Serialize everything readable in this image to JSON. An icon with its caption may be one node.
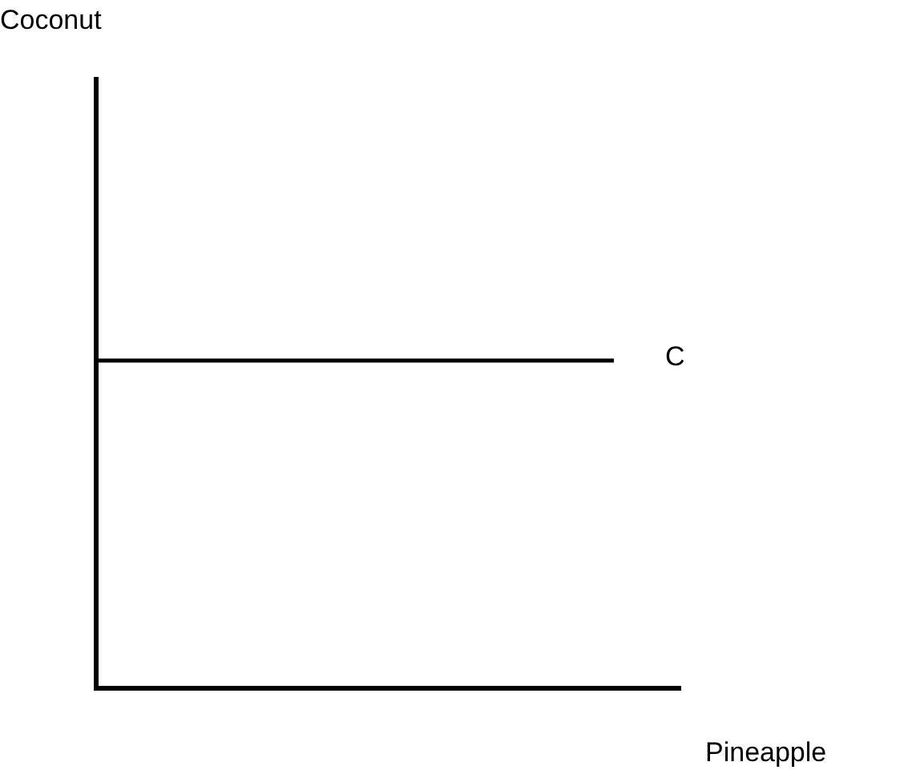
{
  "diagram": {
    "labels": [
      "Coconut",
      "C",
      "Pineapple"
    ]
  }
}
